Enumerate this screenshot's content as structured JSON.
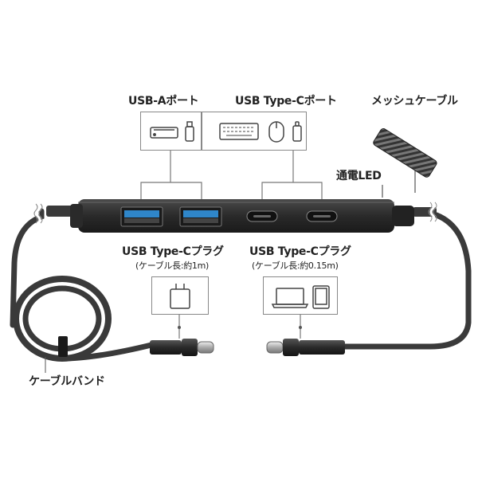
{
  "labels": {
    "usb_a_port": "USB-Aポート",
    "usb_c_port": "USB Type-Cポート",
    "mesh_cable": "メッシュケーブル",
    "power_led": "通電LED",
    "plug_left": "USB Type-Cプラグ",
    "plug_left_note": "(ケーブル長:約1m)",
    "plug_right": "USB Type-Cプラグ",
    "plug_right_note": "(ケーブル長:約0.15m)",
    "cable_band": "ケーブルバンド"
  },
  "icons": {
    "usb_a_devices": [
      "hdd-icon",
      "usb-stick-icon"
    ],
    "usb_c_devices": [
      "keyboard-icon",
      "mouse-icon",
      "usb-stick-icon"
    ],
    "left_plug_devices": [
      "power-adapter-icon"
    ],
    "right_plug_devices": [
      "laptop-icon",
      "tablet-icon"
    ]
  },
  "colors": {
    "hub_body": "#2b2b2b",
    "usb_a_blue": "#2f86c9",
    "cable": "#3a3a3a",
    "outline": "#888888"
  }
}
